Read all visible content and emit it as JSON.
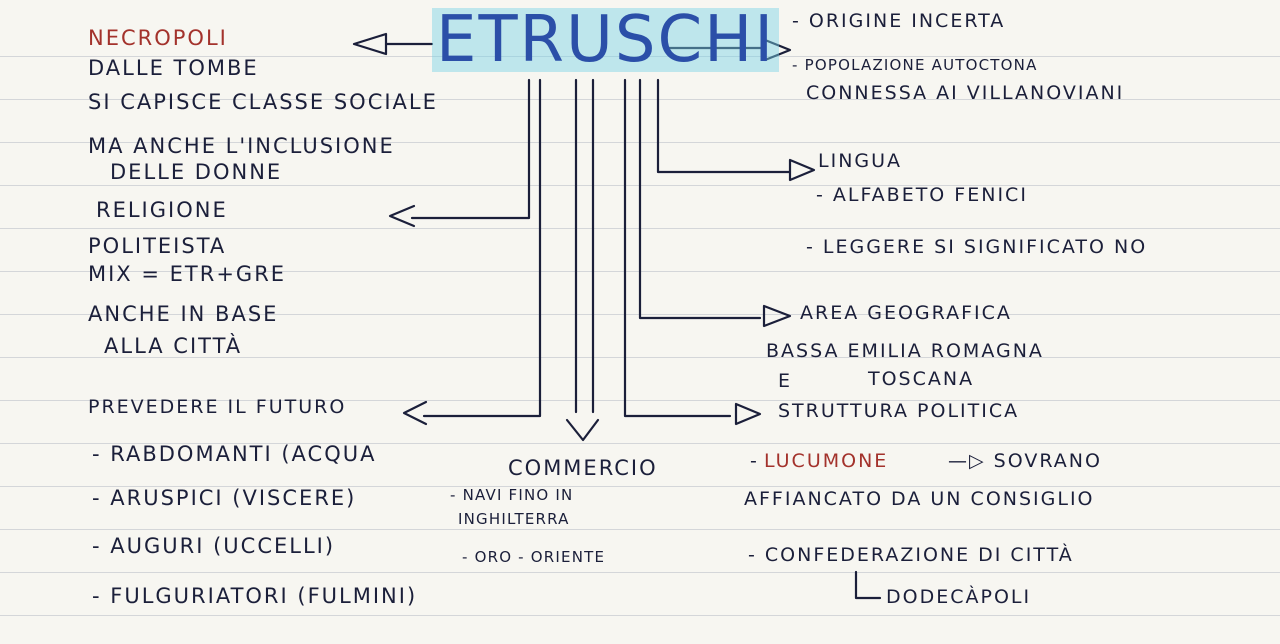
{
  "colors": {
    "ink": "#1b1f3a",
    "accent": "#a3322c",
    "title": "#2b4fa8",
    "highlight": "#79d2e6"
  },
  "title": "ETRUSCHI",
  "left": {
    "necropoli": "NECROPOLI",
    "line1": "DALLE TOMBE",
    "line2": "SI CAPISCE CLASSE SOCIALE",
    "line3": "MA ANCHE L'INCLUSIONE",
    "line4": "DELLE DONNE",
    "religione": "RELIGIONE",
    "politeista": "POLITEISTA",
    "mix": "MIX = ETR+GRE",
    "anche": "ANCHE IN BASE",
    "alla_citta": "ALLA CITTÀ",
    "prevedere": "PREVEDERE IL FUTURO",
    "rabdomanti": "- RABDOMANTI (ACQUA",
    "aruspici": "- ARUSPICI (VISCERE)",
    "auguri": "- AUGURI (UCCELLI)",
    "fulguriatori": "- FULGURIATORI (FULMINI)"
  },
  "center": {
    "commercio": "COMMERCIO",
    "navi": "- NAVI FINO IN",
    "inghilterra": "INGHILTERRA",
    "oriente": "- ORO - ORIENTE"
  },
  "right": {
    "origine": "- ORIGINE INCERTA",
    "popolazione": "- POPOLAZIONE AUTOCTONA",
    "connessa": "CONNESSA AI VILLANOVIANI",
    "lingua": "LINGUA",
    "alfabeto": "- ALFABETO FENICI",
    "leggere": "- LEGGERE SI SIGNIFICATO NO",
    "area": "AREA GEOGRAFICA",
    "bassa": "BASSA EMILIA ROMAGNA",
    "e": "E",
    "toscana": "TOSCANA",
    "struttura": "STRUTTURA POLITICA",
    "lucumone_dash": "-",
    "lucumone": "LUCUMONE",
    "sovrano": "—▷ SOVRANO",
    "affiancato": "AFFIANCATO DA UN CONSIGLIO",
    "confederazione": "- CONFEDERAZIONE DI CITTÀ",
    "dodecapoli": "DODECÀPOLI"
  }
}
